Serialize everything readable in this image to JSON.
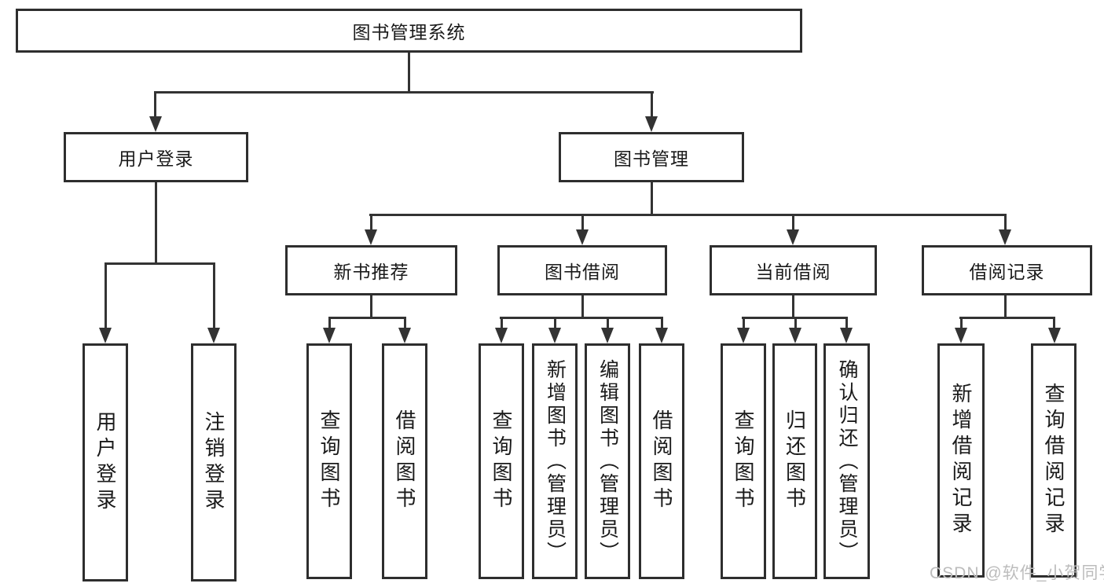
{
  "colors": {
    "line": "#333333",
    "box_border": "#2e2e2e",
    "text": "#1a1a1a",
    "watermark": "#bcbcbc",
    "background": "#ffffff"
  },
  "watermark": {
    "text": "CSDN @软件_小贺同学"
  },
  "tree": {
    "root": {
      "label": "图书管理系统",
      "children": [
        {
          "label": "用户登录",
          "children": [
            {
              "label": "用户登录"
            },
            {
              "label": "注销登录"
            }
          ]
        },
        {
          "label": "图书管理",
          "children": [
            {
              "label": "新书推荐",
              "children": [
                {
                  "label": "查询图书"
                },
                {
                  "label": "借阅图书"
                }
              ]
            },
            {
              "label": "图书借阅",
              "children": [
                {
                  "label": "查询图书"
                },
                {
                  "label": "新增图书（管理员）"
                },
                {
                  "label": "编辑图书（管理员）"
                },
                {
                  "label": "借阅图书"
                }
              ]
            },
            {
              "label": "当前借阅",
              "children": [
                {
                  "label": "查询图书"
                },
                {
                  "label": "归还图书"
                },
                {
                  "label": "确认归还（管理员）"
                }
              ]
            },
            {
              "label": "借阅记录",
              "children": [
                {
                  "label": "新增借阅记录"
                },
                {
                  "label": "查询借阅记录"
                }
              ]
            }
          ]
        }
      ]
    }
  }
}
